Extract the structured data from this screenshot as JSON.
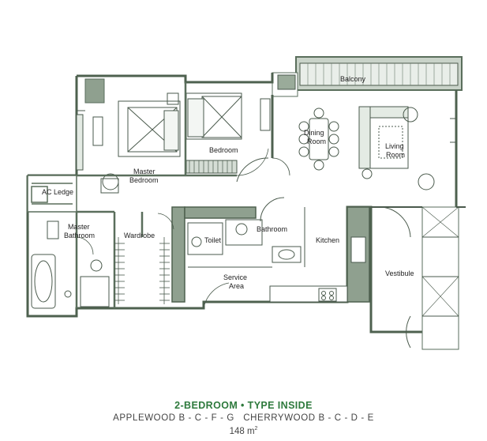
{
  "rooms": {
    "balcony": "Balcony",
    "dining_l1": "Dining",
    "dining_l2": "Room",
    "living_l1": "Living",
    "living_l2": "Room",
    "bedroom": "Bedroom",
    "master_bedroom_l1": "Master",
    "master_bedroom_l2": "Bedroom",
    "ac_ledge": "AC Ledge",
    "master_bathroom_l1": "Master",
    "master_bathroom_l2": "Bathroom",
    "wardrobe": "Wardrobe",
    "toilet": "Toilet",
    "bathroom": "Bathroom",
    "kitchen": "Kitchen",
    "service_area_l1": "Service",
    "service_area_l2": "Area",
    "vestibule": "Vestibule"
  },
  "caption": {
    "title": "2-BEDROOM • TYPE INSIDE",
    "subtitle": "APPLEWOOD B - C - F - G   CHERRYWOOD B - C - D - E",
    "area_value": "148 m",
    "area_sup": "2"
  },
  "colors": {
    "wall": "#5a6e5c",
    "wall_fill": "#8fa08f",
    "line": "#4a5a4c",
    "accent": "#2e7a3d"
  }
}
